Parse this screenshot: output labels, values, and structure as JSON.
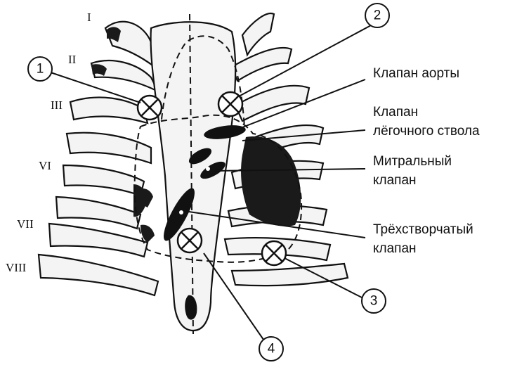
{
  "rib_labels": {
    "r1": "I",
    "r2": "II",
    "r3": "III",
    "r6": "VI",
    "r7": "VII",
    "r8": "VIII"
  },
  "callouts": {
    "aortic": "Клапан аорты",
    "pulmonary_line1": "Клапан",
    "pulmonary_line2": "лёгочного ствола",
    "mitral_line1": "Митральный",
    "mitral_line2": "клапан",
    "tricuspid_line1": "Трёхстворчатый",
    "tricuspid_line2": "клапан"
  },
  "markers": {
    "m1": "1",
    "m2": "2",
    "m3": "3",
    "m4": "4"
  },
  "colors": {
    "ink": "#111111",
    "rib_fill": "#f4f4f4",
    "background": "#ffffff"
  }
}
